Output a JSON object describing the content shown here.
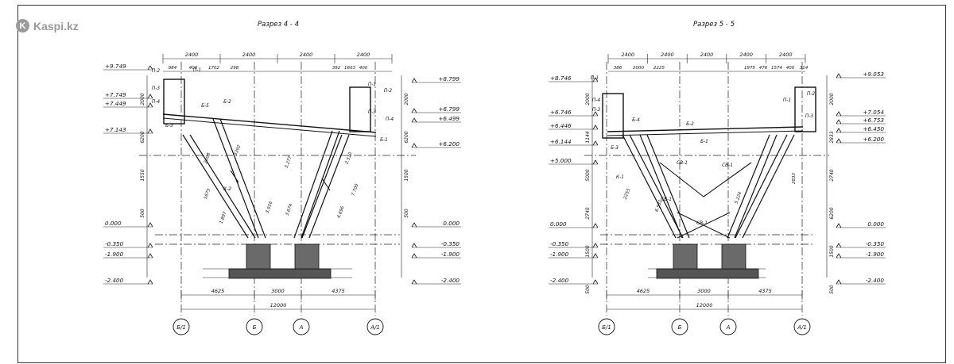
{
  "watermark": {
    "brand": "Kaspi.kz",
    "icon": "kaspi-logo-icon"
  },
  "sections": [
    {
      "title": "Разрез 4 - 4",
      "top_dims": [
        "2400",
        "2400",
        "2400",
        "2400"
      ],
      "sub_dims_left": [
        "984",
        "400",
        "1702",
        "298"
      ],
      "sub_dims_right": [
        "392",
        "1603",
        "400"
      ],
      "left_levels": [
        "+9.749",
        "+7.749",
        "+7.449",
        "+7.143",
        "0.000",
        "-0.350",
        "-1.900",
        "-2.400"
      ],
      "right_levels": [
        "+8.799",
        "+6.799",
        "+6.499",
        "+6.200",
        "0.000",
        "-0.350",
        "-1.900",
        "-2.400"
      ],
      "bottom_dims": [
        "4625",
        "3000",
        "4375"
      ],
      "total_dim": "12000",
      "axes": [
        "Б/1",
        "Б",
        "А",
        "А/1"
      ],
      "vert_dims_left": [
        "2000",
        "6200",
        "1550",
        "500"
      ],
      "vert_dims_right": [
        "2000",
        "6200",
        "1500",
        "500"
      ],
      "member_labels": [
        "П-2",
        "П-1",
        "П-3",
        "П-4",
        "Б-5",
        "Б-2",
        "Б-3",
        "Б-1",
        "К-2",
        "П-1",
        "П-2",
        "П-3",
        "П-4"
      ],
      "member_dims": [
        "2608",
        "3392",
        "1675",
        "1.897",
        "3.916",
        "3.674",
        "3.277",
        "2.510",
        "4.696",
        "7.700"
      ]
    },
    {
      "title": "Разрез 5 - 5",
      "top_dims": [
        "2400",
        "2400",
        "2400",
        "2400",
        "2400"
      ],
      "sub_dims_left": [
        "386",
        "2000",
        "2225"
      ],
      "sub_dims_right": [
        "1975",
        "476",
        "1574",
        "400",
        "314"
      ],
      "left_levels": [
        "+8.746",
        "+6.746",
        "+6.446",
        "+6.144",
        "+5.000",
        "0.000",
        "-0.350",
        "-1.900",
        "-2.400"
      ],
      "right_levels": [
        "+9.053",
        "+7.054",
        "+6.753",
        "+6.450",
        "+6.200",
        "0.000",
        "-0.350",
        "-1.900",
        "-2.400"
      ],
      "bottom_dims": [
        "4625",
        "3000",
        "4375"
      ],
      "total_dim": "12000",
      "axes": [
        "Б/1",
        "Б",
        "А",
        "А/1"
      ],
      "vert_dims_left": [
        "2000",
        "1144",
        "5000",
        "2740",
        "1500",
        "500"
      ],
      "vert_dims_right": [
        "2000",
        "2833",
        "2740",
        "6200",
        "1500",
        "500"
      ],
      "member_labels": [
        "П-1",
        "П-4",
        "П-3",
        "Б-4",
        "Б-3",
        "Б-2",
        "Б-1",
        "К-1",
        "СВ-1",
        "СВ-1",
        "СВ-1",
        "СВ-1",
        "П-1",
        "П-2",
        "П-3"
      ],
      "member_dims": [
        "2255",
        "6.531",
        "5.224",
        "2833"
      ]
    }
  ]
}
